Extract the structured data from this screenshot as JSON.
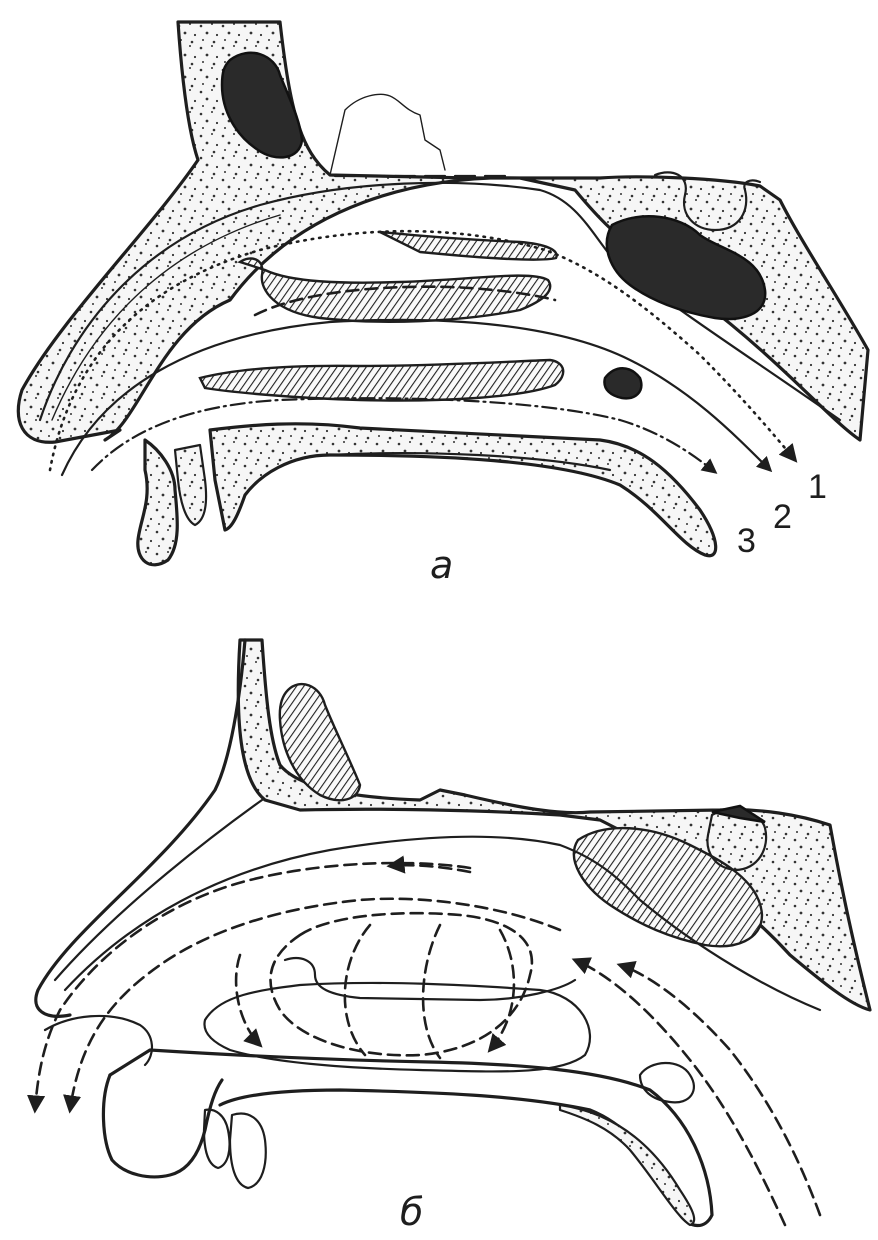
{
  "panels": [
    {
      "id": "a",
      "label": "а",
      "pathway_numbers": [
        "1",
        "2",
        "3"
      ]
    },
    {
      "id": "b",
      "label": "б"
    }
  ],
  "colors": {
    "ink": "#1e1e1e",
    "background": "#ffffff"
  }
}
